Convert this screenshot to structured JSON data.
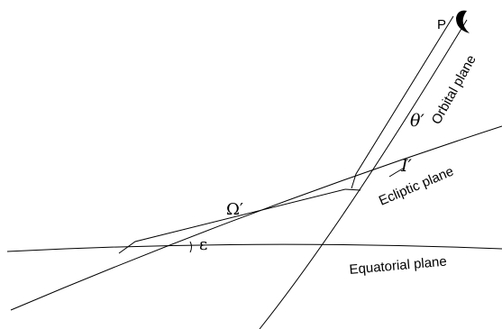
{
  "labels": {
    "point": "P",
    "orbital_plane": "Orbital plane",
    "ecliptic_plane": "Ecliptic plane",
    "equatorial_plane": "Equatorial plane",
    "theta": "θ′",
    "inclination": "I′",
    "node": "Ω′",
    "obliquity": "ε"
  }
}
